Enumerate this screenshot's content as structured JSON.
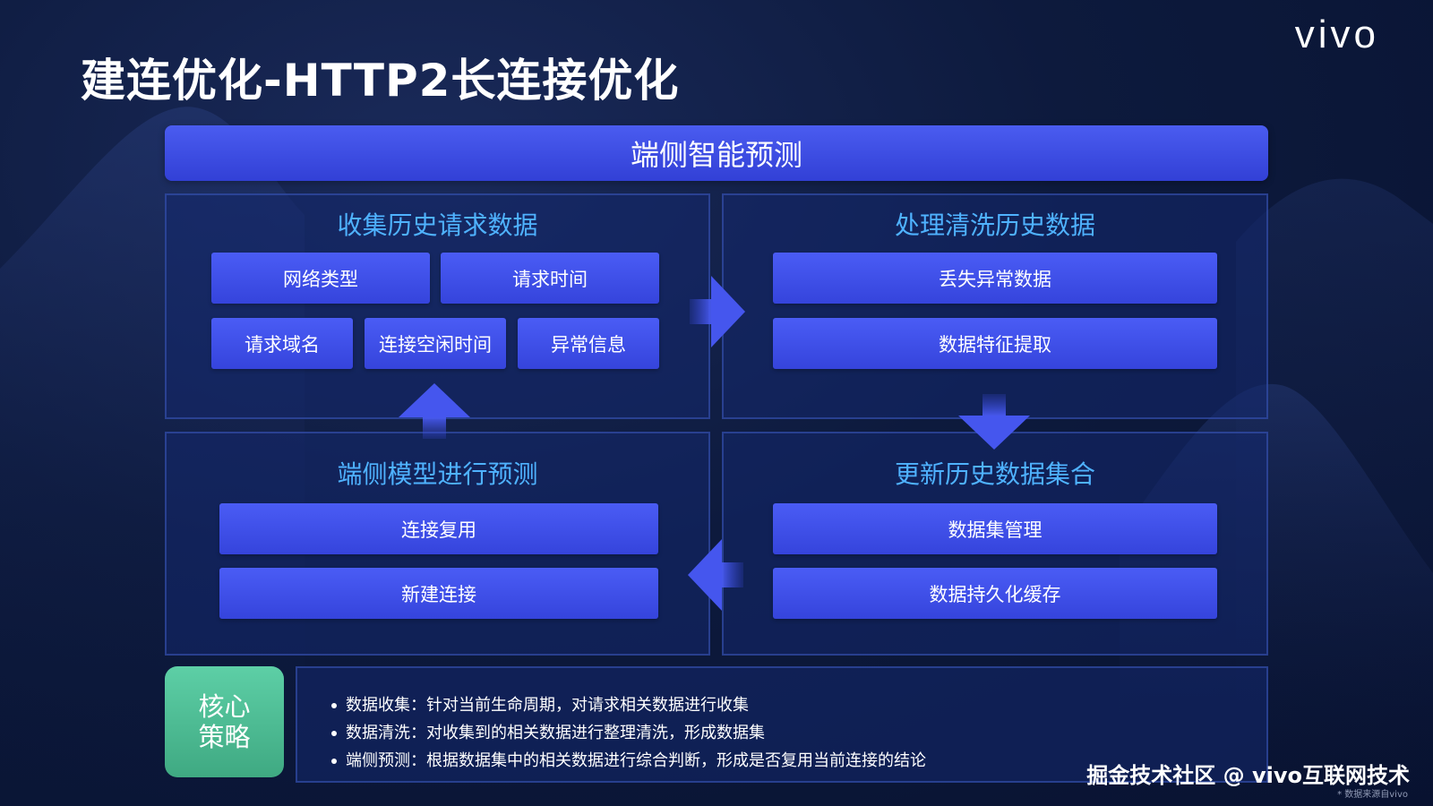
{
  "title": "建连优化-HTTP2长连接优化",
  "logo": "vivo",
  "top_bar": "端侧智能预测",
  "panels": {
    "collect": {
      "title": "收集历史请求数据",
      "items": [
        "网络类型",
        "请求时间",
        "请求域名",
        "连接空闲时间",
        "异常信息"
      ]
    },
    "process": {
      "title": "处理清洗历史数据",
      "items": [
        "丢失异常数据",
        "数据特征提取"
      ]
    },
    "predict": {
      "title": "端侧模型进行预测",
      "items": [
        "连接复用",
        "新建连接"
      ]
    },
    "update": {
      "title": "更新历史数据集合",
      "items": [
        "数据集管理",
        "数据持久化缓存"
      ]
    }
  },
  "core": {
    "line1": "核心",
    "line2": "策略"
  },
  "notes": [
    "数据收集：针对当前生命周期，对请求相关数据进行收集",
    "数据清洗：对收集到的相关数据进行整理清洗，形成数据集",
    "端侧预测：根据数据集中的相关数据进行综合判断，形成是否复用当前连接的结论"
  ],
  "watermark": "掘金技术社区 @ vivo互联网技术",
  "source_note": "* 数据来源自vivo",
  "colors": {
    "accent_blue": "#3f50e8",
    "title_cyan": "#4fb2ff",
    "core_green": "#4fbf95"
  }
}
